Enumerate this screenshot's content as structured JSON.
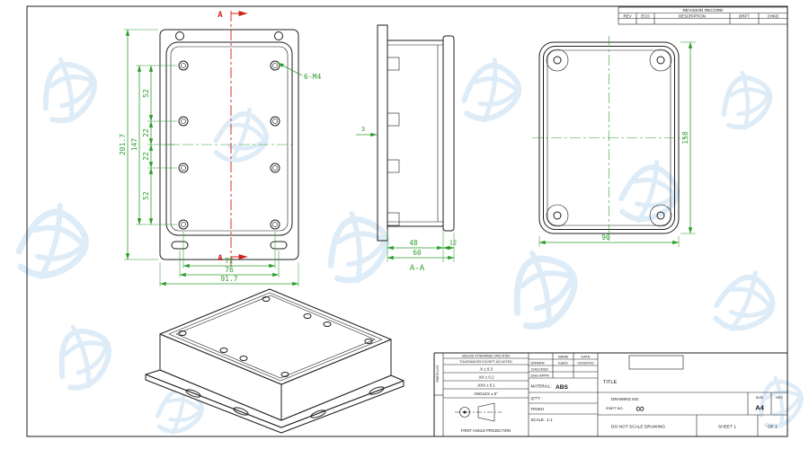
{
  "revision_table": {
    "title": "REVISION RECORD",
    "col_rev": "REV",
    "col_eco": "ECO",
    "col_description": "DESCRIPTION",
    "col_drft": "DRFT",
    "col_chkd": "CHKD"
  },
  "front_view": {
    "dim_total_height": "201.7",
    "dim_hole_span": "147",
    "dim_52_top": "52",
    "dim_22_top": "22",
    "dim_22_bottom": "22",
    "dim_52_bottom": "52",
    "dim_hole_width": "72",
    "dim_flange_width": "76",
    "dim_total_width": "91.7",
    "hole_note": "6-M4",
    "section_label_top": "A",
    "section_label_bottom": "A"
  },
  "side_view": {
    "dim_flange_thickness": "3",
    "dim_body_depth": "48",
    "dim_lid_depth": "12",
    "dim_total_depth": "60",
    "section_label": "A-A"
  },
  "back_view": {
    "dim_height": "158",
    "dim_width": "90"
  },
  "title_block": {
    "strip_label": "PARTS LIST",
    "spec_note": "UNLESS OTHERWISE SPECIFIED",
    "tolerance_note": "TOLERANCES EXCEPT AS NOTED",
    "tol_x": ".X ± 0.3",
    "tol_xx": ".XX ± 0.2",
    "tol_xxx": ".XXX ± 0.1",
    "tol_angles": "ANGLES ± 5°",
    "projection_label": "FIRST ANGLE PROJECTION",
    "name_header": "NAME",
    "date_header": "DATE",
    "drawn_label": "DRAWN",
    "drawn_name": "Katrin",
    "drawn_date": "02/09/2015",
    "checked_label": "CHECKED",
    "eng_appr_label": "ENG APPR",
    "material_label": "MATERIAL :",
    "material_value": "ABS",
    "qty_label": "Q'T'Y :",
    "finish_label": "FINISH",
    "scale_label": "SCALE : 1:1",
    "title_label": "TITLE",
    "drawing_no_label": "DRAWING NO.",
    "part_no_label": "/PART NO.",
    "drawing_no_value": "∞",
    "size_label": "SIZE",
    "size_value": "A4",
    "rev_label": "REV",
    "do_not_scale": "DO NOT SCALE DRAWING",
    "sheet_label": "SHEET 1",
    "of_label": "OF 1"
  }
}
